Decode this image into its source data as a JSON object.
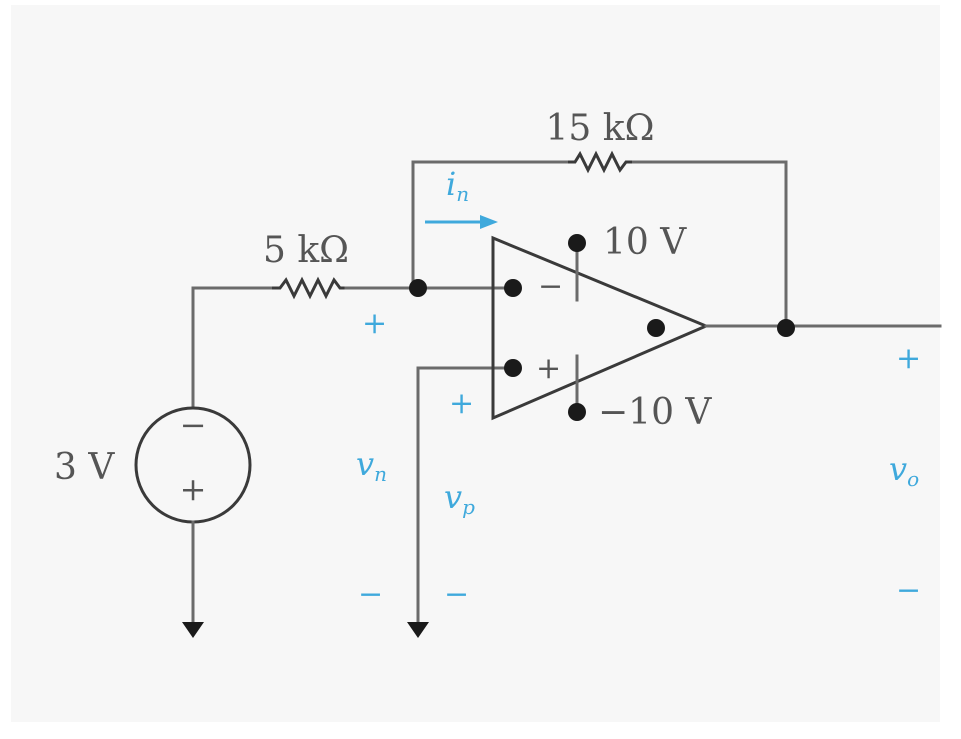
{
  "resistors": {
    "feedback": "15 kΩ",
    "input": "5 kΩ"
  },
  "source": {
    "value": "3 V",
    "top_sign": "−",
    "bottom_sign": "+"
  },
  "supplies": {
    "positive": "10 V",
    "negative": "−10 V"
  },
  "opamp": {
    "inverting_sign": "−",
    "noninverting_sign": "+"
  },
  "current": {
    "label": "i",
    "subscript": "n"
  },
  "voltages": {
    "vn": {
      "label": "v",
      "subscript": "n",
      "plus": "+",
      "minus": "−"
    },
    "vp": {
      "label": "v",
      "subscript": "p",
      "plus": "+",
      "minus": "−"
    },
    "vo": {
      "label": "v",
      "subscript": "o",
      "plus": "+",
      "minus": "−"
    }
  },
  "colors": {
    "wire": "#6b6b6b",
    "annotation": "#3fa9dc",
    "text": "#555555"
  }
}
